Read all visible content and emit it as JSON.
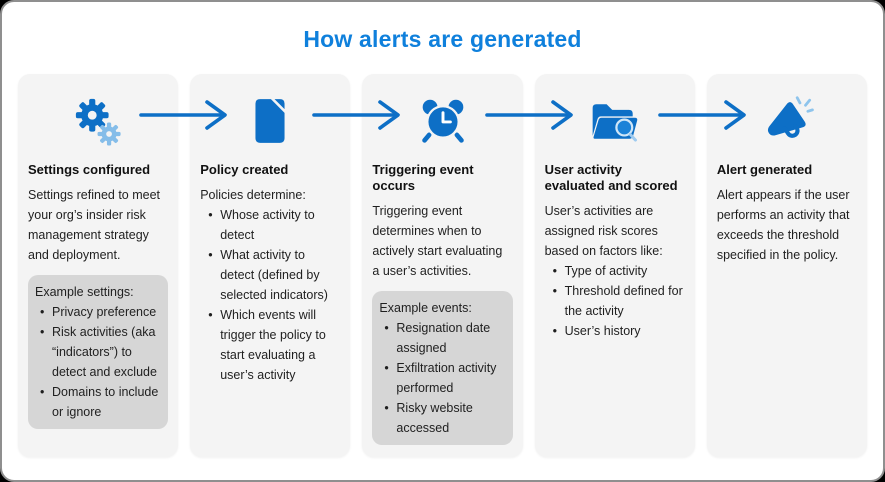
{
  "title": "How alerts are generated",
  "colors": {
    "title_blue": "#0f80dc",
    "icon_blue": "#0d6fc6",
    "light_blue": "#8ec4ec",
    "card_bg": "#f4f4f4",
    "example_box_bg": "#d6d6d6",
    "text": "#1f1f1f",
    "frame_border": "#8f8f8f"
  },
  "steps": [
    {
      "icon": "gears-icon",
      "heading": "Settings configured",
      "body": "Settings refined to meet your org’s insider risk management strategy and deployment.",
      "example": {
        "label": "Example settings:",
        "items": [
          "Privacy preference",
          "Risk activities (aka “indicators”) to detect and exclude",
          "Domains to include or ignore"
        ]
      }
    },
    {
      "icon": "document-icon",
      "heading": "Policy created",
      "body": "Policies determine:",
      "bullets": [
        "Whose activity to detect",
        "What activity to detect (defined by selected indicators)",
        "Which events will trigger the policy to start evaluating a user’s activity"
      ]
    },
    {
      "icon": "alarm-clock-icon",
      "heading": "Triggering event occurs",
      "body": "Triggering event determines when to actively start evaluating a user’s activities.",
      "example": {
        "label": "Example events:",
        "items": [
          "Resignation date assigned",
          "Exfiltration activity performed",
          "Risky website accessed"
        ]
      }
    },
    {
      "icon": "folder-search-icon",
      "heading": "User activity evaluated and scored",
      "body": "User’s activities are assigned risk scores based on factors like:",
      "bullets": [
        "Type of activity",
        "Threshold defined for the activity",
        "User’s history"
      ]
    },
    {
      "icon": "megaphone-icon",
      "heading": "Alert generated",
      "body": "Alert appears if the user performs an activity that exceeds the threshold specified in the policy."
    }
  ]
}
